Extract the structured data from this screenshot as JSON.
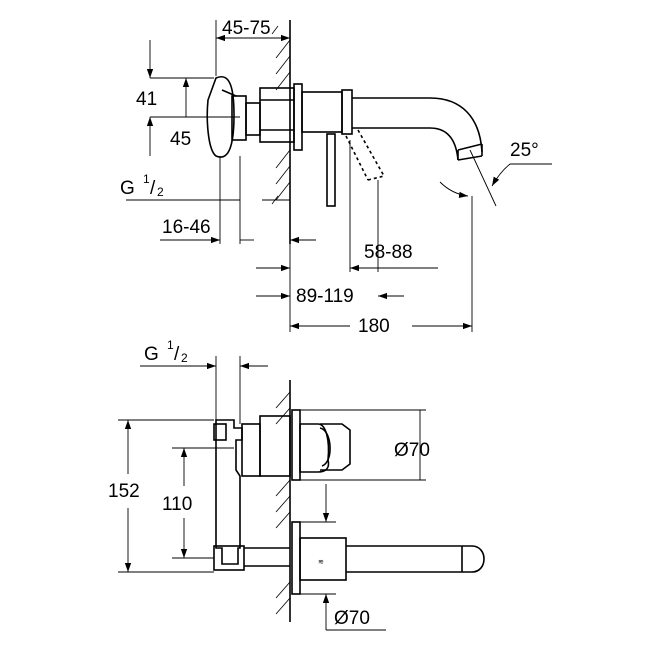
{
  "side_view": {
    "dim_depth_range": "45-75",
    "dim_41": "41",
    "dim_45": "45",
    "thread_main": "G",
    "thread_num": "1",
    "thread_den": "2",
    "dim_16_46": "16-46",
    "dim_58_88": "58-88",
    "dim_89_119": "89-119",
    "dim_180": "180",
    "angle": "25°"
  },
  "front_view": {
    "thread_main": "G",
    "thread_num": "1",
    "thread_den": "2",
    "dim_152": "152",
    "dim_110": "110",
    "dim_diam_top": "Ø70",
    "dim_diam_bottom": "Ø70"
  },
  "colors": {
    "line": "#000000",
    "background": "#ffffff"
  }
}
